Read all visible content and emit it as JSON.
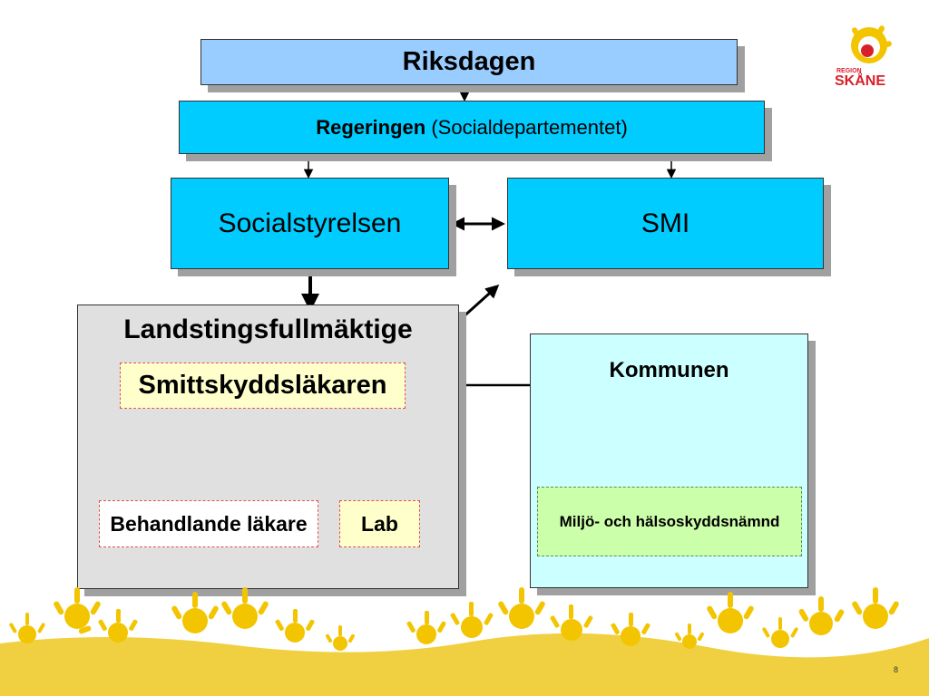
{
  "nodes": {
    "riksdagen": "Riksdagen",
    "regeringen_bold": "Regeringen",
    "regeringen_rest": " (Socialdepartementet)",
    "socialstyrelsen": "Socialstyrelsen",
    "smi": "SMI",
    "landstingsfullmaktige": "Landstingsfullmäktige",
    "smittskyddslakaren": "Smittskyddsläkaren",
    "behandlande_lakare": "Behandlande läkare",
    "lab": "Lab",
    "kommunen": "Kommunen",
    "miljo": "Miljö- och hälsoskyddsnämnd"
  },
  "logo": {
    "line1": "REGION",
    "line2": "SKÅNE"
  },
  "colors": {
    "light_blue": "#99ccff",
    "cyan": "#00ccff",
    "grey_panel": "#e0e0e0",
    "light_cyan": "#ccffff",
    "light_yellow": "#ffffcc",
    "light_green": "#ccffaa",
    "footer_yellow": "#f0d040",
    "logo_red": "#d8202a"
  },
  "page_number": "8"
}
